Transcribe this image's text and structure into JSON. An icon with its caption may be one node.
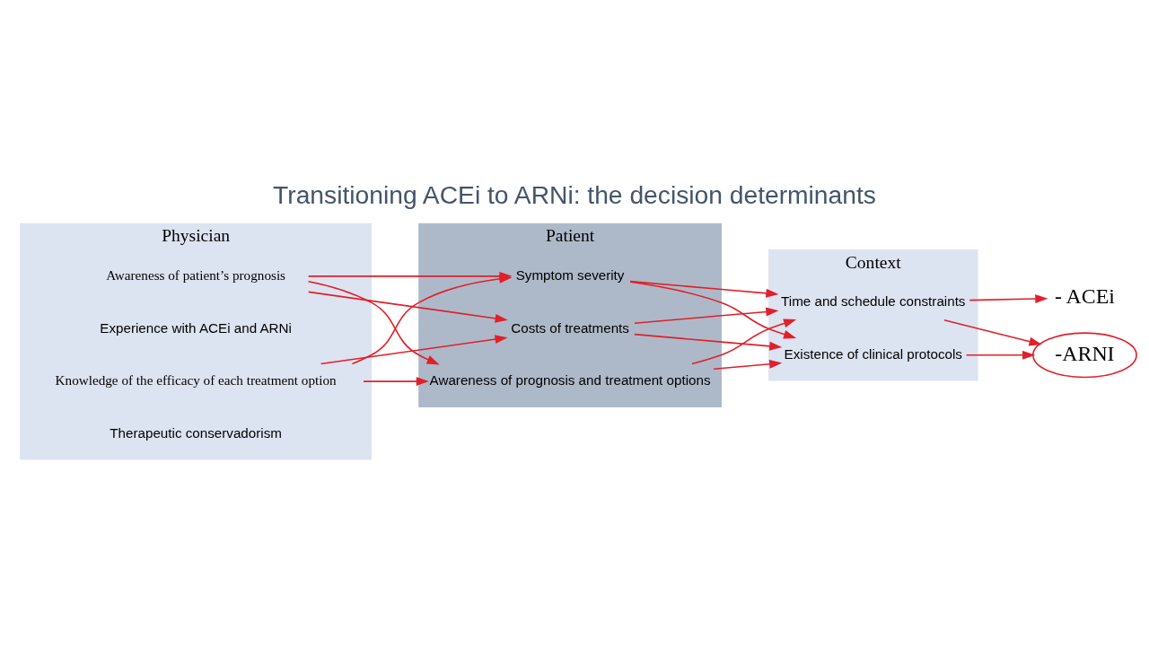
{
  "diagram": {
    "title": "Transitioning ACEi to ARNi: the decision determinants",
    "nodes": [
      {
        "text": [
          "Physician"
        ]
      },
      {
        "text": [
          "Awareness of patient’s prognosis"
        ],
        "in": 0
      },
      {
        "text": [
          "Experience with ACEi and ARNi"
        ],
        "in": 0
      },
      {
        "text": [
          "Knowledge of the efficacy of each treatment option"
        ],
        "in": 0
      },
      {
        "text": [
          "Therapeutic conservadorism"
        ],
        "in": 0
      },
      {
        "text": [
          "Patient"
        ]
      },
      {
        "text": [
          "Awareness of prognosis and treatment options"
        ],
        "in": 5
      },
      {
        "text": [
          "Symptom severity"
        ],
        "in": 5
      },
      {
        "text": [
          "Costs of treatments"
        ],
        "in": 5
      },
      {
        "text": [
          "Context"
        ]
      },
      {
        "text": [
          "Time and schedule constraints"
        ],
        "in": 9
      },
      {
        "text": [
          "Existence of clinical protocols"
        ],
        "in": 9
      },
      {
        "text": [
          "- ACEi"
        ]
      },
      {
        "text": [
          "-ARNI"
        ]
      }
    ],
    "edges": [
      {
        "from": 1,
        "to": 6,
        "arrow": "to"
      },
      {
        "from": 1,
        "to": 7,
        "arrow": "to"
      },
      {
        "from": 1,
        "to": 8,
        "arrow": "to"
      },
      {
        "from": 3,
        "to": 6,
        "arrow": "to"
      },
      {
        "from": 3,
        "to": 7,
        "arrow": "to"
      },
      {
        "from": 3,
        "to": 8,
        "arrow": "to"
      },
      {
        "from": 6,
        "to": 10,
        "arrow": "to"
      },
      {
        "from": 6,
        "to": 11,
        "arrow": "to"
      },
      {
        "from": 7,
        "to": 10,
        "arrow": "to"
      },
      {
        "from": 7,
        "to": 11,
        "arrow": "to"
      },
      {
        "from": 8,
        "to": 10,
        "arrow": "to"
      },
      {
        "from": 8,
        "to": 11,
        "arrow": "to"
      },
      {
        "from": 10,
        "to": 12,
        "arrow": "to"
      },
      {
        "from": 10,
        "to": 13,
        "arrow": "to"
      },
      {
        "from": 11,
        "to": 13,
        "arrow": "to"
      }
    ]
  }
}
